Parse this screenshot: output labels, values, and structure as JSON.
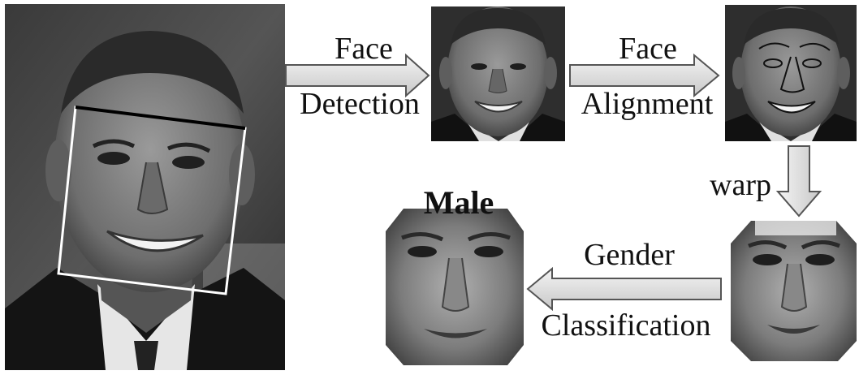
{
  "figure": {
    "steps": {
      "detection": {
        "label_line1": "Face",
        "label_line2": "Detection"
      },
      "alignment": {
        "label_line1": "Face",
        "label_line2": "Alignment"
      },
      "warp": {
        "label": "warp"
      },
      "classification": {
        "label_line1": "Gender",
        "label_line2": "Classification"
      }
    },
    "result": {
      "label": "Male"
    }
  },
  "colors": {
    "arrow_fill_top": "#f4f4f4",
    "arrow_fill_bottom": "#c8c8c8",
    "arrow_stroke": "#555555",
    "detection_box": "#ffffff",
    "detection_top_edge": "#000000",
    "photo_dark": "#1e1e1e",
    "photo_mid": "#6a6a6a",
    "skin": "#7a7a7a"
  },
  "images": {
    "input_photo": "grayscale portrait with face detection box",
    "detected_face": "cropped face",
    "aligned_face": "face with alignment landmarks",
    "warped_face": "warped normalized face",
    "classified_face": "warped normalized face"
  }
}
